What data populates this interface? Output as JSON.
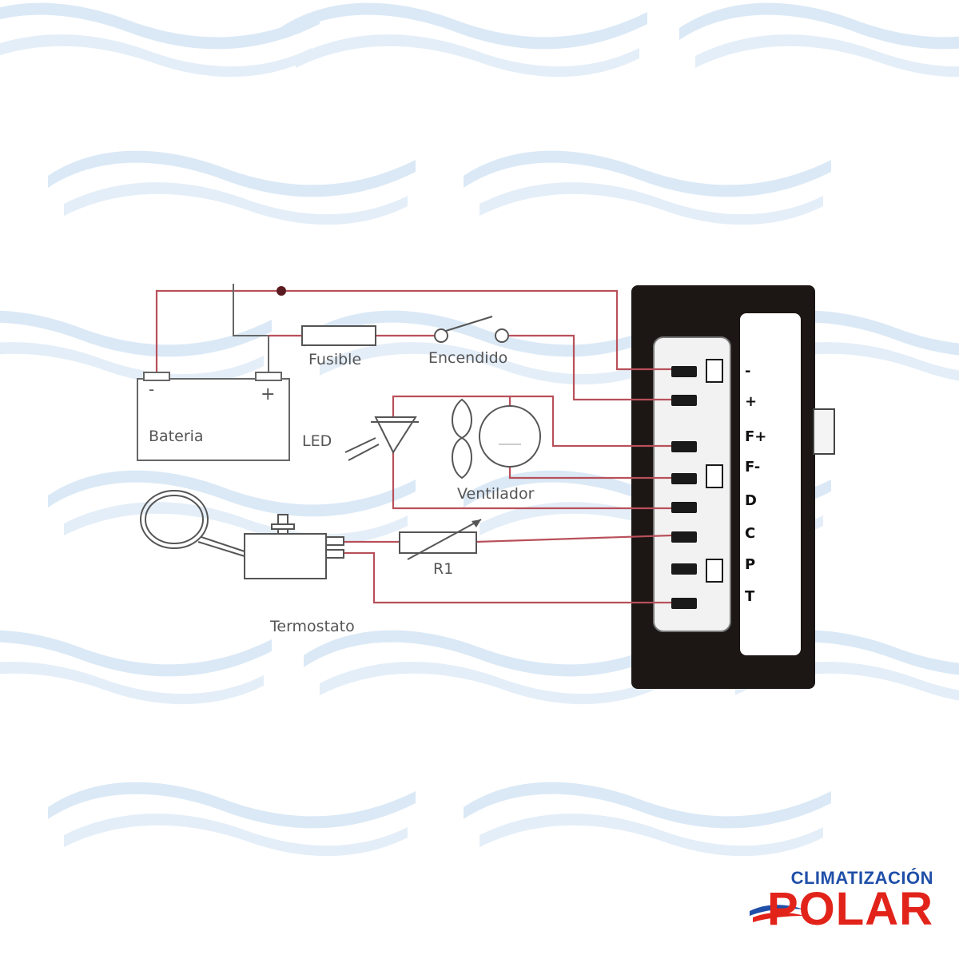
{
  "labels": {
    "fusible": "Fusible",
    "encendido": "Encendido",
    "bateria": "Bateria",
    "battery_minus": "-",
    "battery_plus": "+",
    "led": "LED",
    "ventilador": "Ventilador",
    "r1": "R1",
    "termostato": "Termostato"
  },
  "pins": [
    "-",
    "+",
    "F+",
    "F-",
    "D",
    "C",
    "P",
    "T"
  ],
  "logo": {
    "line1": "CLIMATIZACIÓN",
    "line2": "POLAR",
    "colors": {
      "line1": "#1f4fa8",
      "line2": "#e2231a"
    }
  },
  "colors": {
    "wire": "#b8505a",
    "module": "#1c1614",
    "background_waves": "#dbe9f6"
  }
}
